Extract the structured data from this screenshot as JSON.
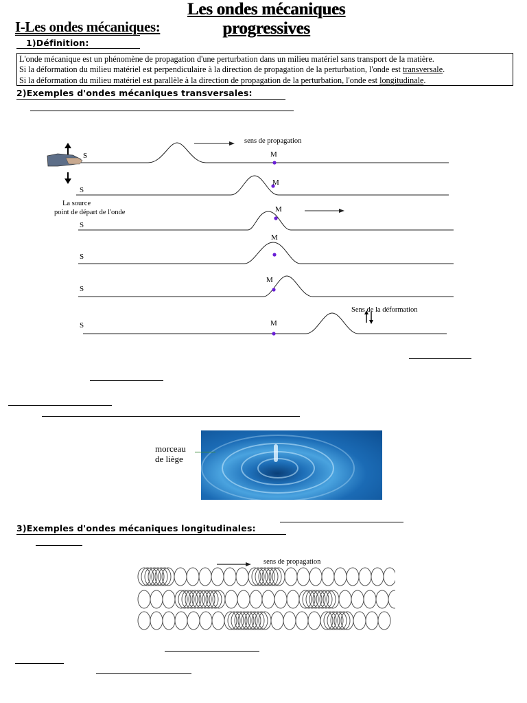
{
  "title": "Les ondes mécaniques progressives",
  "section1": "I-Les ondes mécaniques:",
  "sub_def": "1)Définition:",
  "definition": {
    "line1": "L'onde mécanique est un phénomène de propagation d'une perturbation dans un milieu matériel sans transport de la matière.",
    "line2_pre": "Si la déformation du milieu matériel est perpendiculaire à la direction de propagation de la perturbation, l'onde est ",
    "line2_word": "transversale",
    "line2_post": ".",
    "line3_pre": "Si la déformation du milieu matériel est parallèle à la direction de propagation de la perturbation, l'onde est ",
    "line3_word": "longitudinale",
    "line3_post": "."
  },
  "sub_trans": "2)Exemples d'ondes mécaniques transversales:",
  "sub_long": "3)Exemples d'ondes mécaniques longitudinales:",
  "wave_figure": {
    "propagation": "sens de propagation",
    "source_line1": "La source",
    "source_line2": "point de départ de l'onde",
    "deformation": "Sens de la déformation",
    "s_label": "S",
    "m_label": "M",
    "accent_color": "#6a1fd6"
  },
  "water_figure": {
    "cork_line1": "morceau",
    "cork_line2": "de liège"
  },
  "spring_figure": {
    "propagation": "sens de propagation"
  }
}
